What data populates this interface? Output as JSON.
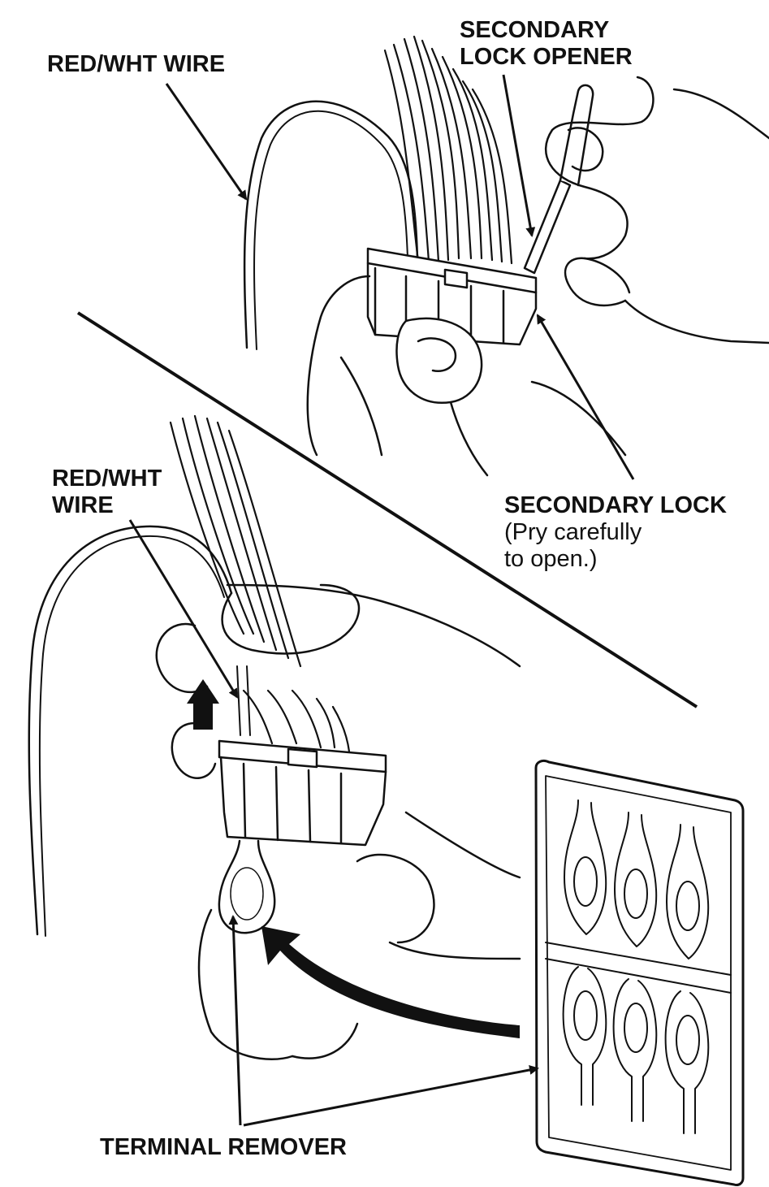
{
  "labels": {
    "red_wht_wire_top": "RED/WHT WIRE",
    "secondary_lock_opener_line1": "SECONDARY",
    "secondary_lock_opener_line2": "LOCK OPENER",
    "red_wht_wire_bottom_line1": "RED/WHT",
    "red_wht_wire_bottom_line2": "WIRE",
    "secondary_lock": "SECONDARY LOCK",
    "secondary_lock_note_line1": "(Pry carefully",
    "secondary_lock_note_line2": "to open.)",
    "terminal_remover": "TERMINAL REMOVER"
  },
  "colors": {
    "ink": "#111111",
    "paper": "#ffffff"
  },
  "icons": [
    "leader-arrow",
    "move-up-arrow",
    "curved-transfer-arrow"
  ]
}
